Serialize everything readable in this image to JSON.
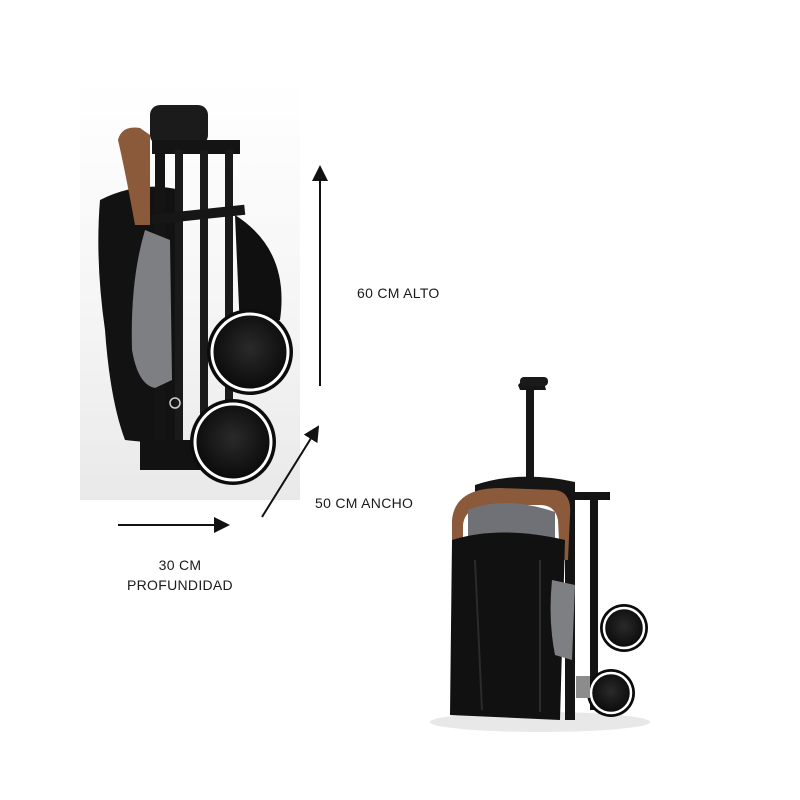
{
  "dimensions": {
    "height_label": "60 CM ALTO",
    "width_label": "50 CM ANCHO",
    "depth_line1": "30 CM",
    "depth_line2": "PROFUNDIDAD"
  },
  "images": {
    "side_view": "folded-stroller-side-view",
    "front_view": "folded-stroller-front-view-with-handle"
  },
  "colors": {
    "frame": "#141414",
    "fabric_gray": "#7d7f83",
    "handle_brown": "#8a5a3b",
    "wheel_rim": "#ffffff"
  }
}
